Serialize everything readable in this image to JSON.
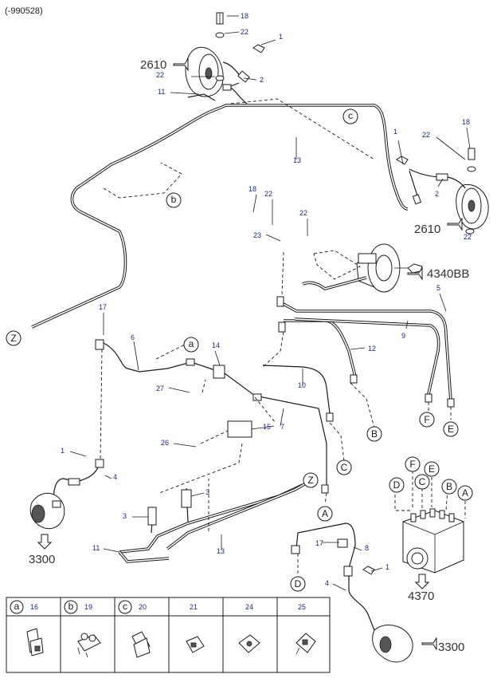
{
  "header": {
    "model_range": "(-990528)"
  },
  "callouts": {
    "n18a": "18",
    "n22a": "22",
    "n1a": "1",
    "n22b": "22",
    "n2a": "2",
    "n11a": "11",
    "n13a": "13",
    "n1b": "1",
    "n22c": "22",
    "n18b": "18",
    "n22d": "22",
    "n2b": "2",
    "n18c": "18",
    "n22e": "22",
    "n22f": "22",
    "n23": "23",
    "n5": "5",
    "n9": "9",
    "n17a": "17",
    "n6": "6",
    "n14": "14",
    "n12": "12",
    "n27": "27",
    "n10": "10",
    "n7": "7",
    "n15": "15",
    "n26": "26",
    "n1c": "1",
    "n4a": "4",
    "n3a": "3",
    "n3b": "3",
    "n11b": "11",
    "n13b": "13",
    "n17b": "17",
    "n8": "8",
    "n1d": "1",
    "n4b": "4"
  },
  "reference_numbers": {
    "r2610a": "2610",
    "r2610b": "2610",
    "r4340": "4340BB",
    "r3300a": "3300",
    "r4370": "4370",
    "r3300b": "3300"
  },
  "connector_letters": {
    "c_top": "c",
    "b_mid": "b",
    "a_mid": "a",
    "Z_left": "Z",
    "Z_mid": "Z",
    "F_out": "F",
    "E_out": "E",
    "B_out": "B",
    "C_out": "C",
    "A_out": "A",
    "D_out": "D",
    "D_abs": "D",
    "F_abs": "F",
    "C_abs": "C",
    "E_abs": "E",
    "B_abs": "B",
    "A_abs": "A"
  },
  "legend": [
    {
      "letter": "a",
      "part": "16"
    },
    {
      "letter": "b",
      "part": "19"
    },
    {
      "letter": "c",
      "part": "20"
    },
    {
      "letter": "",
      "part": "21"
    },
    {
      "letter": "",
      "part": "24"
    },
    {
      "letter": "",
      "part": "25"
    }
  ],
  "colors": {
    "line": "#1a1a1a",
    "callout": "#1a2a8a",
    "reference": "#333333"
  }
}
